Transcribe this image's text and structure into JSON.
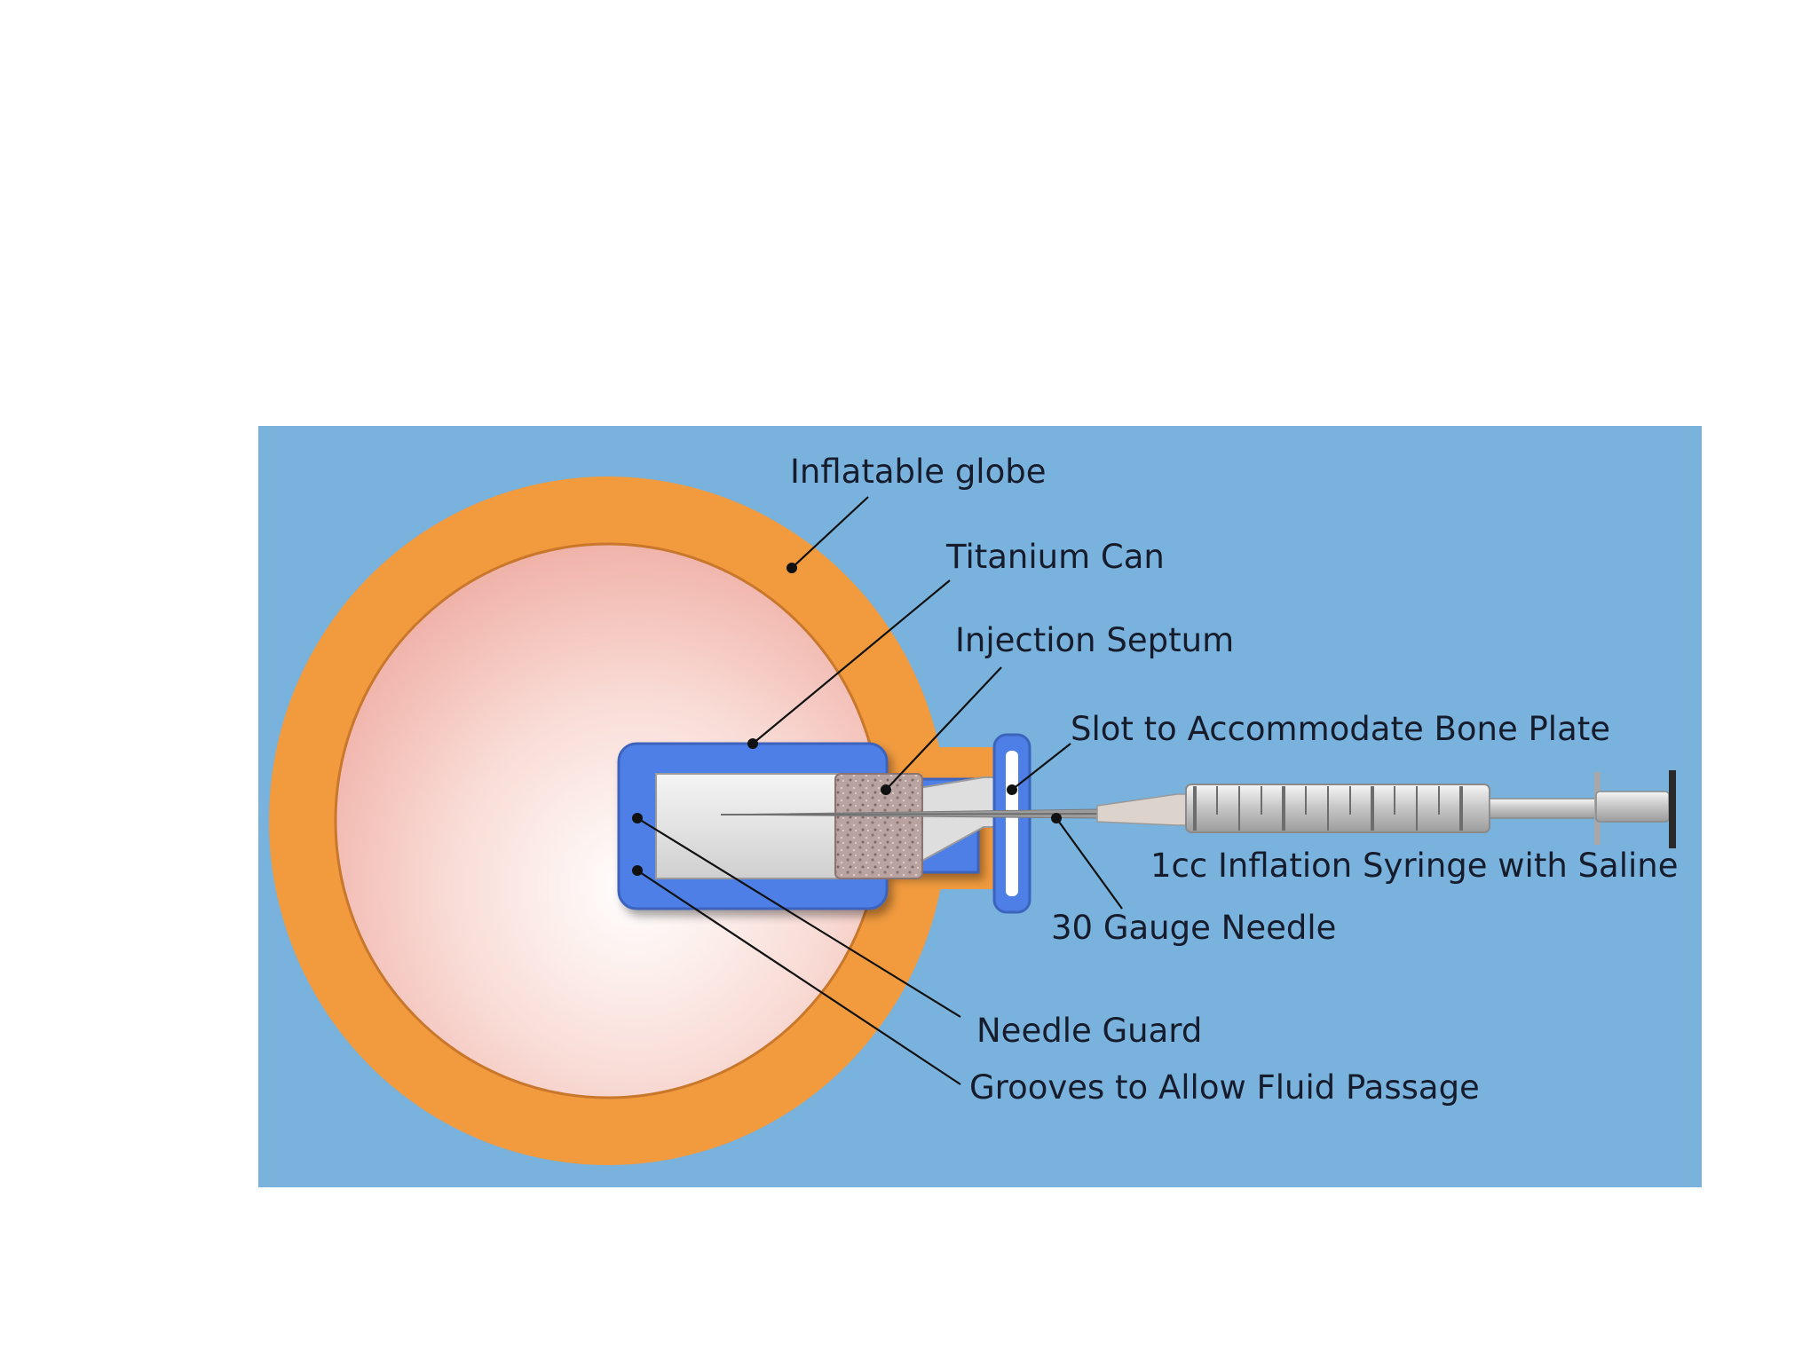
{
  "diagram": {
    "labels": {
      "inflatable_globe": "Inflatable globe",
      "titanium_can": "Titanium Can",
      "injection_septum": "Injection Septum",
      "slot_bone_plate": "Slot to Accommodate Bone Plate",
      "syringe": "1cc Inflation Syringe with Saline",
      "needle": "30 Gauge Needle",
      "needle_guard": "Needle Guard",
      "grooves": "Grooves to Allow Fluid Passage"
    },
    "colors": {
      "background": "#79b2dc",
      "globe_shell": "#f19a3e",
      "globe_core": "#f4c0b8",
      "titanium_can": "#4d7fe6",
      "septum": "#b79c98",
      "syringe": "#d3d3d3"
    }
  }
}
